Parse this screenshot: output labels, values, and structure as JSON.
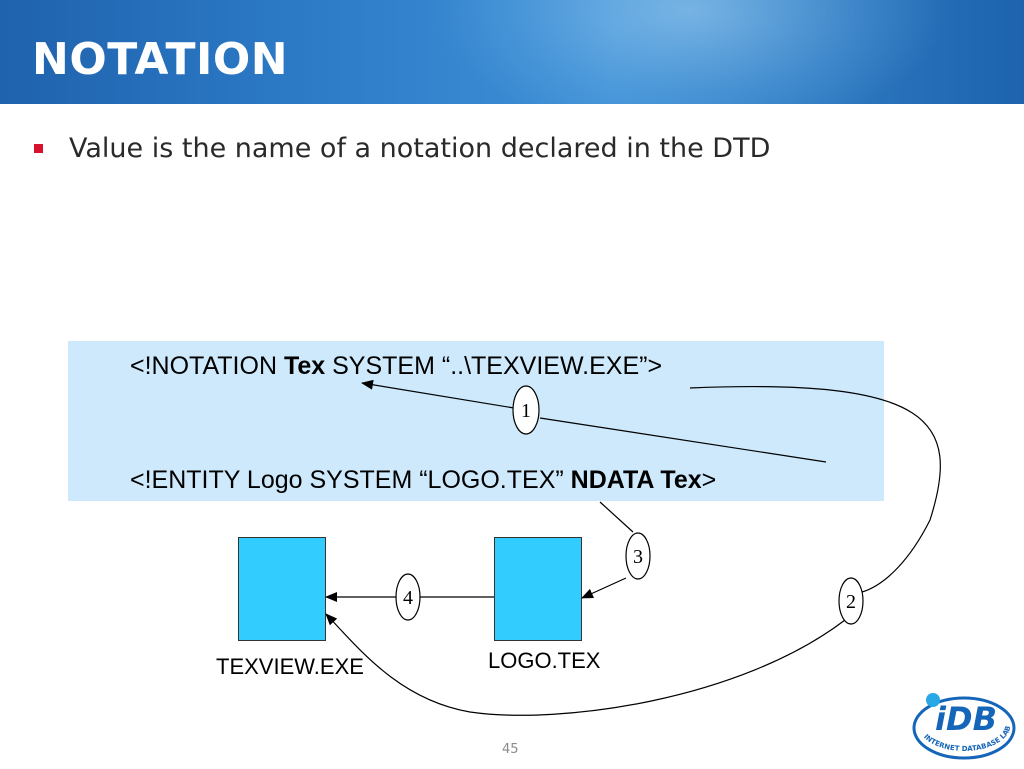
{
  "slide": {
    "title": "NOTATION",
    "bullet": "Value is the name of a notation declared in the DTD",
    "page_number": "45"
  },
  "code": {
    "line1": {
      "prefix": "<!NOTATION ",
      "bold": "Tex",
      "suffix": " SYSTEM “..\\TEXVIEW.EXE”>"
    },
    "line2": {
      "prefix": "<!ENTITY Logo SYSTEM “LOGO.TEX” ",
      "bold": "NDATA Tex",
      "suffix": ">"
    }
  },
  "diagram": {
    "files": [
      {
        "id": "texview",
        "label": "TEXVIEW.EXE",
        "color": "#33ccff"
      },
      {
        "id": "logo",
        "label": "LOGO.TEX",
        "color": "#33ccff"
      }
    ],
    "steps": [
      "1",
      "2",
      "3",
      "4"
    ]
  },
  "logo": {
    "text": "iDB",
    "ring_text": "INTERNET DATABASE LAB",
    "color": "#1565b8"
  },
  "colors": {
    "title_bar": "#2f7fcb",
    "bullet": "#d8112d",
    "code_background": "#cde9fb"
  }
}
